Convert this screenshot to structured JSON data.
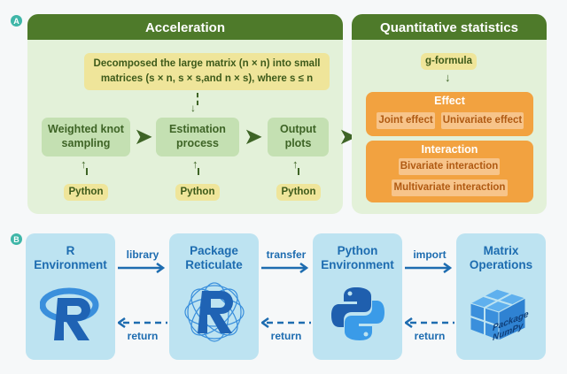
{
  "panel_a": {
    "label": "A",
    "acceleration": {
      "title": "Acceleration",
      "note_line1": "Decomposed the large matrix (n × n) into small",
      "note_line2": "matrices (s × n, s × s,and n × s), where s ≤ n",
      "steps": [
        {
          "line1": "Weighted knot",
          "line2": "sampling",
          "tool": "Python"
        },
        {
          "line1": "Estimation",
          "line2": "process",
          "tool": "Python"
        },
        {
          "line1": "Output",
          "line2": "plots",
          "tool": "Python"
        }
      ]
    },
    "quantitative": {
      "title": "Quantitative statistics",
      "method": "g-formula",
      "effect": {
        "title": "Effect",
        "items": [
          "Joint effect",
          "Univariate effect"
        ]
      },
      "interaction": {
        "title": "Interaction",
        "items": [
          "Bivariate interaction",
          "Multivariate interaction"
        ]
      }
    }
  },
  "panel_b": {
    "label": "B",
    "nodes": [
      {
        "line1": "R",
        "line2": "Environment",
        "icon": "r-logo-icon"
      },
      {
        "line1": "Package",
        "line2": "Reticulate",
        "icon": "reticulate-logo-icon"
      },
      {
        "line1": "Python",
        "line2": "Environment",
        "icon": "python-logo-icon"
      },
      {
        "line1": "Matrix",
        "line2": "Operations",
        "icon": "numpy-cube-icon",
        "cube_text1": "Package",
        "cube_text2": "NumPy"
      }
    ],
    "forward_labels": [
      "library",
      "transfer",
      "import"
    ],
    "return_labels": [
      "return",
      "return",
      "return"
    ]
  }
}
